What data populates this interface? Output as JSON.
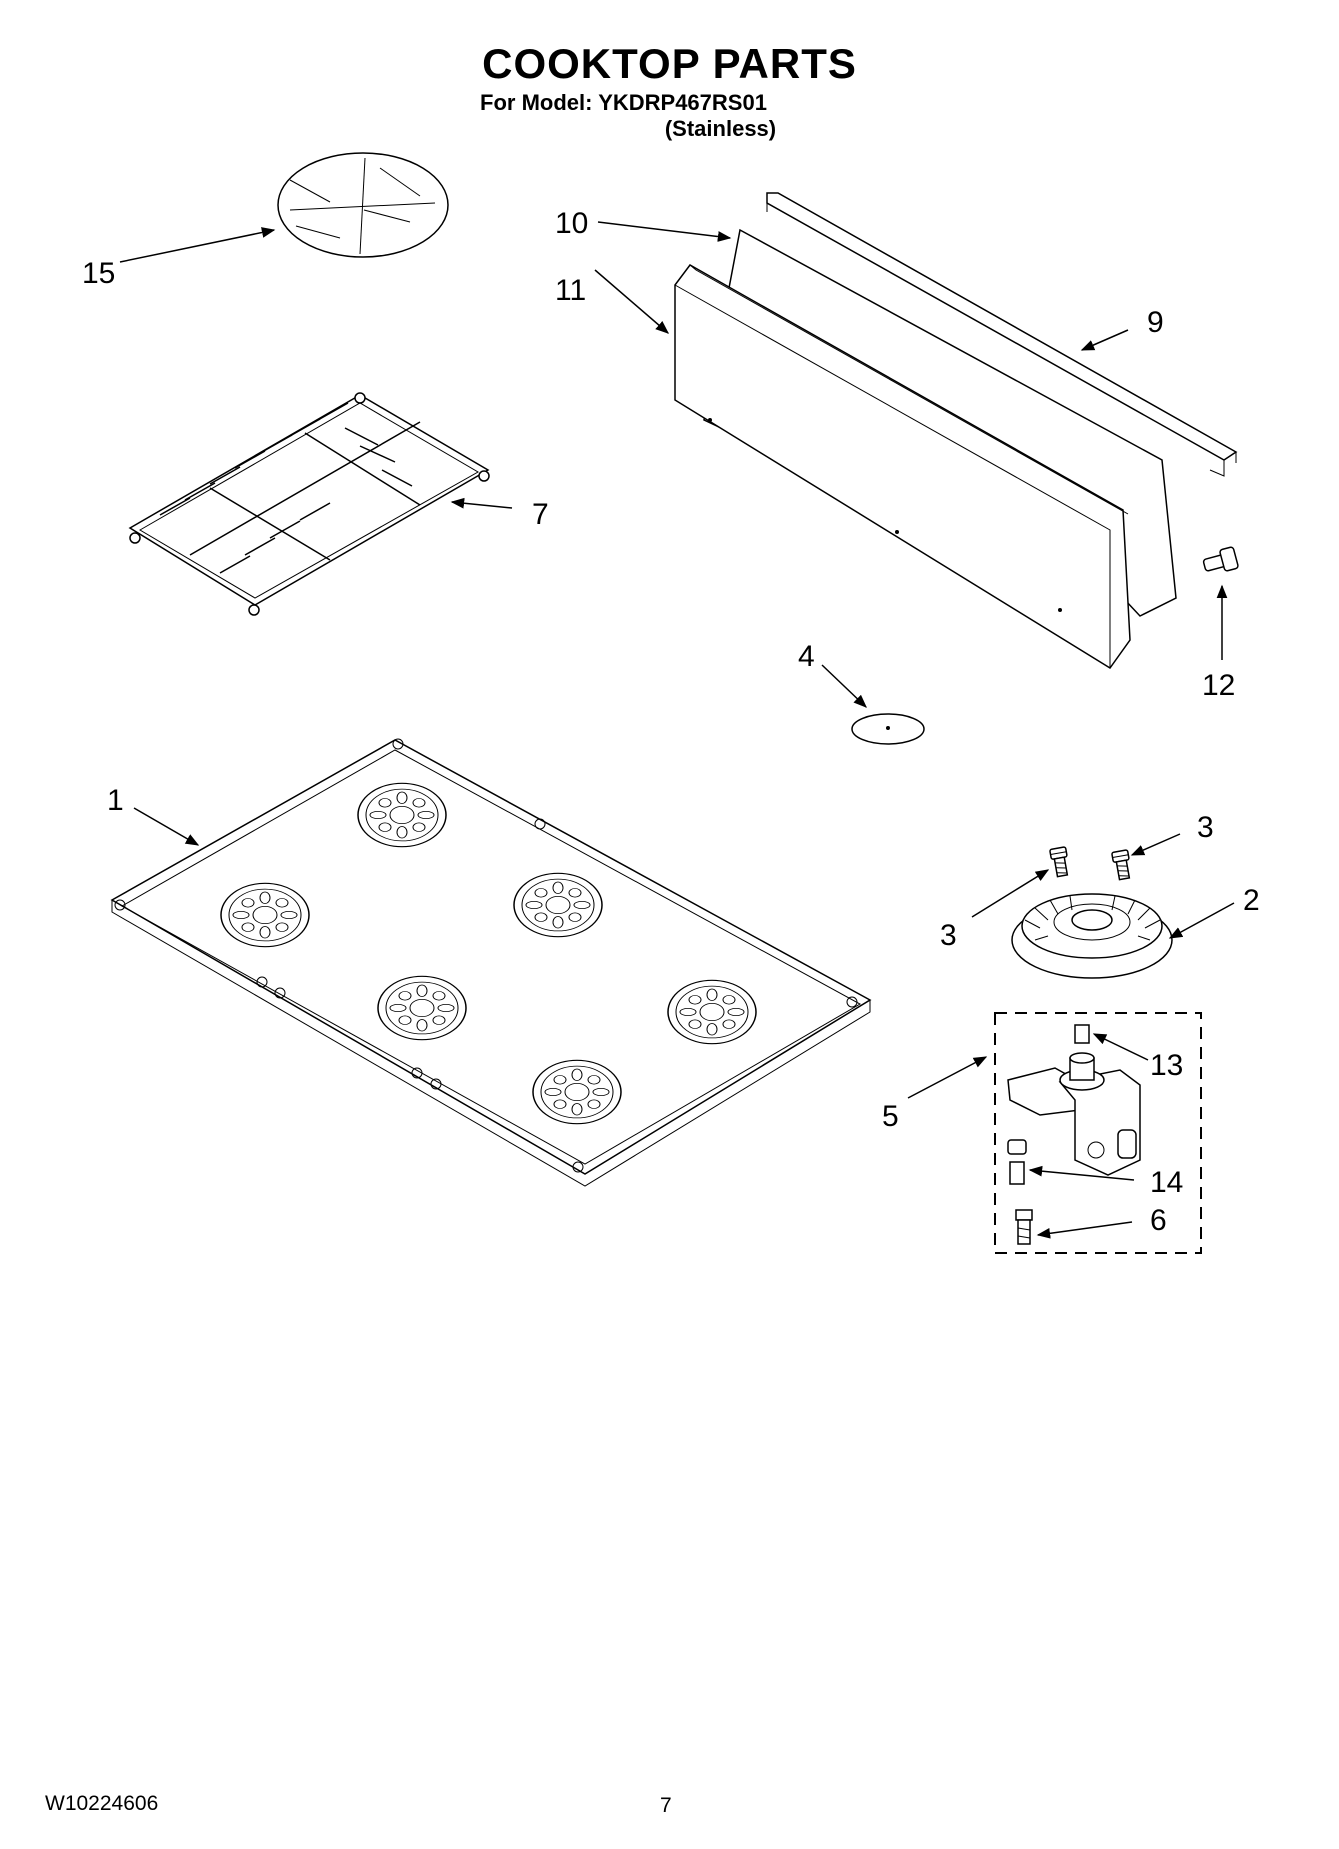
{
  "header": {
    "title": "COOKTOP PARTS",
    "model_line": "For Model: YKDRP467RS01",
    "variant_line": "(Stainless)"
  },
  "footer": {
    "doc_number": "W10224606",
    "page_number": "7"
  },
  "callouts": {
    "c1": "1",
    "c2": "2",
    "c3a": "3",
    "c3b": "3",
    "c4": "4",
    "c5": "5",
    "c6": "6",
    "c7": "7",
    "c9": "9",
    "c10": "10",
    "c11": "11",
    "c12": "12",
    "c13": "13",
    "c14": "14",
    "c15": "15"
  }
}
